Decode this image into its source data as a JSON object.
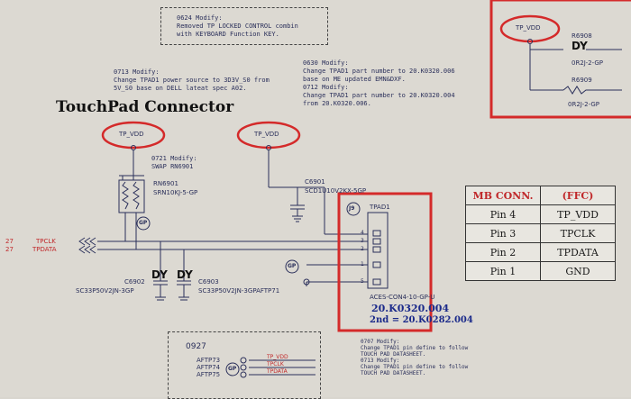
{
  "modify_notes": {
    "n0624": [
      "0624 Modify:",
      "Removed TP LOCKED CONTROL combin",
      "with KEYBOARD Function KEY."
    ],
    "n0713": [
      "0713 Modify:",
      "Change TPAD1 power source to 3D3V_S0 from",
      "5V_S0 base on DELL lateat spec A02."
    ],
    "n0630": [
      "0630 Modify:",
      "Change TPAD1 part number to 20.K0320.006",
      "base on ME updated EMN&DXF.",
      "0712 Modify:",
      "Change TPAD1 part number to 20.K0320.004",
      "from 20.K0320.006."
    ],
    "n0721": [
      "0721 Modify:",
      "SWAP RN6901"
    ],
    "n0707": [
      "0707 Modify:",
      "Change TPAD1 pin define to follow",
      "TOUCH PAD DATASHEET.",
      "0713 Modify:",
      "Change TPAD1 pin define to follow",
      "TOUCH PAD DATASHEET."
    ]
  },
  "title": "TouchPad Connector",
  "nets": {
    "tp_vdd_1": "TP_VDD",
    "tp_vdd_2": "TP_VDD",
    "tp_vdd_3": "TP_VDD",
    "tpclk": "TPCLK",
    "tpdata": "TPDATA",
    "sheet_ref_clk": "27",
    "sheet_ref_data": "27"
  },
  "components": {
    "rn6901": "RN6901",
    "rn6901_val": "SRN10KJ-5-GP",
    "c6901": "C6901",
    "c6901_val": "SCD1U10V2KX-5GP",
    "c6902": "C6902",
    "c6902_val": "SC33P50V2JN-3GP",
    "c6903": "C6903",
    "c6903_val": "SC33P50V2JN-3GPAFTP71",
    "dy1": "DY",
    "dy2": "DY",
    "dy3": "DY",
    "tpad1": "TPAD1",
    "tpad1_val": "ACES-CON4-10-GP-U",
    "part_number": "20.K0320.004",
    "second_source": "2nd = 20.K0282.004",
    "r6908": "R6908",
    "r6908_val": "0R2J-2-GP",
    "r6909": "R6909",
    "r6909_val": "0R2J-2-GP",
    "gp": "GP",
    "gp2": "GP",
    "gp3": "GP",
    "j3": "J9"
  },
  "test_points": {
    "label": "0927",
    "items": [
      "AFTP73",
      "AFTP74",
      "AFTP75"
    ],
    "nets": [
      "TP_VDD",
      "TPCLK",
      "TPDATA"
    ]
  },
  "connector_table": {
    "headers": [
      "MB CONN.",
      "(FFC)"
    ],
    "rows": [
      [
        "Pin 4",
        "TP_VDD"
      ],
      [
        "Pin 3",
        "TPCLK"
      ],
      [
        "Pin 2",
        "TPDATA"
      ],
      [
        "Pin 1",
        "GND"
      ]
    ]
  },
  "colors": {
    "highlight": "#d42a2a",
    "ink": "#2a2f5a",
    "paper": "#d9d6cf"
  }
}
